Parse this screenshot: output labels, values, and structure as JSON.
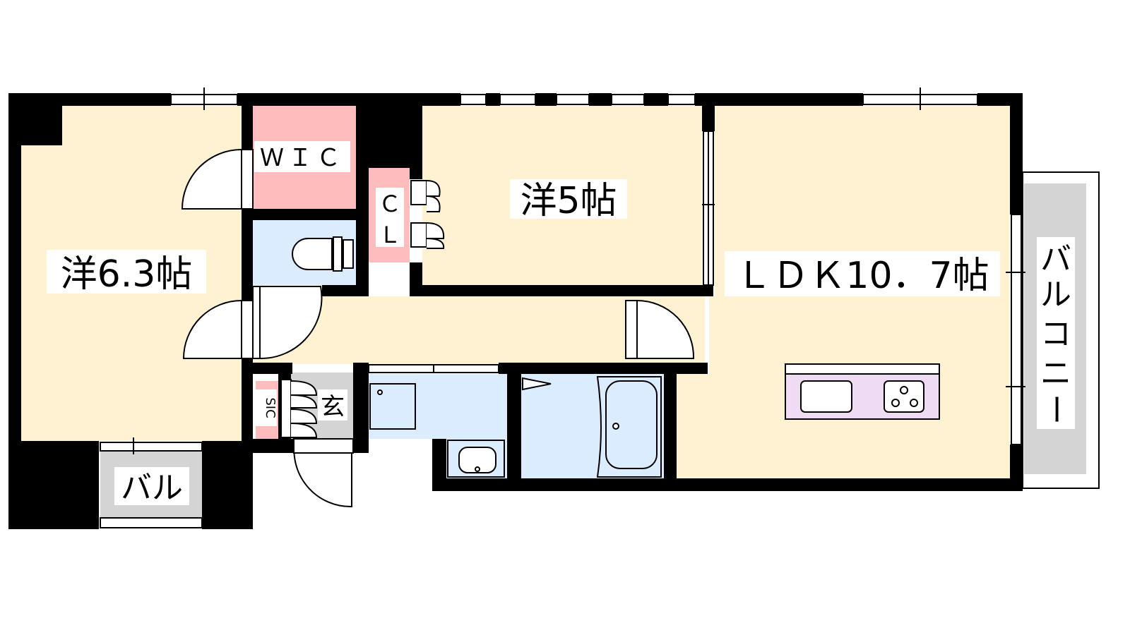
{
  "rooms": {
    "western1": "洋6.3帖",
    "western2": "洋5帖",
    "ldk": "ＬＤＫ10．7帖",
    "wic": "ＷＩＣ",
    "cl1": "Ｃ",
    "cl2": "Ｌ",
    "sic": "SIC",
    "entrance": "玄",
    "balcony_small": "バル",
    "balcony": [
      "バ",
      "ル",
      "コ",
      "ニ",
      "ー"
    ]
  },
  "colors": {
    "room": "#fff2d2",
    "storage": "#ffbcbc",
    "wet": "#dcecff",
    "kitchen": "#efdcf4",
    "balcony": "#d4d4d4",
    "wall": "#000000"
  }
}
